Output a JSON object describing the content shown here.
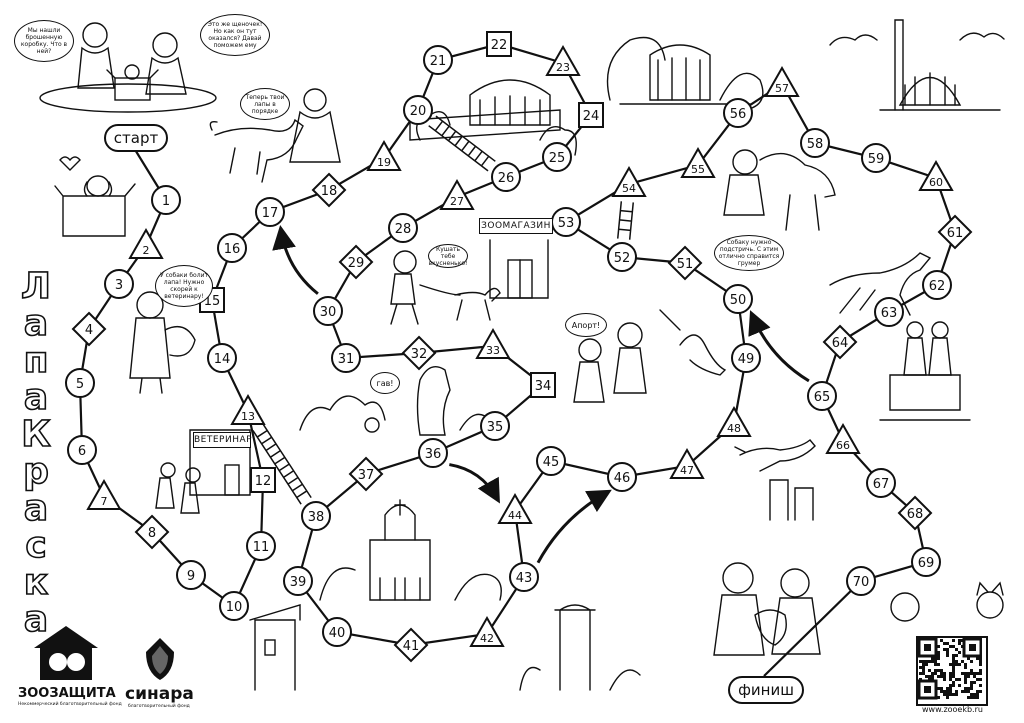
{
  "title_letters": [
    "Л",
    "а",
    "п",
    "а",
    "К",
    "р",
    "а",
    "с",
    "к",
    "а"
  ],
  "start_label": "старт",
  "finish_label": "финиш",
  "cells": [
    {
      "n": "1",
      "shape": "circle"
    },
    {
      "n": "2",
      "shape": "triangle"
    },
    {
      "n": "3",
      "shape": "circle"
    },
    {
      "n": "4",
      "shape": "diamond"
    },
    {
      "n": "5",
      "shape": "circle"
    },
    {
      "n": "6",
      "shape": "circle"
    },
    {
      "n": "7",
      "shape": "triangle"
    },
    {
      "n": "8",
      "shape": "diamond"
    },
    {
      "n": "9",
      "shape": "circle"
    },
    {
      "n": "10",
      "shape": "circle"
    },
    {
      "n": "11",
      "shape": "circle"
    },
    {
      "n": "12",
      "shape": "square"
    },
    {
      "n": "13",
      "shape": "triangle"
    },
    {
      "n": "14",
      "shape": "circle"
    },
    {
      "n": "15",
      "shape": "square"
    },
    {
      "n": "16",
      "shape": "circle"
    },
    {
      "n": "17",
      "shape": "circle"
    },
    {
      "n": "18",
      "shape": "diamond"
    },
    {
      "n": "19",
      "shape": "triangle"
    },
    {
      "n": "20",
      "shape": "circle"
    },
    {
      "n": "21",
      "shape": "circle"
    },
    {
      "n": "22",
      "shape": "square"
    },
    {
      "n": "23",
      "shape": "triangle"
    },
    {
      "n": "24",
      "shape": "square"
    },
    {
      "n": "25",
      "shape": "circle"
    },
    {
      "n": "26",
      "shape": "circle"
    },
    {
      "n": "27",
      "shape": "triangle"
    },
    {
      "n": "28",
      "shape": "circle"
    },
    {
      "n": "29",
      "shape": "diamond"
    },
    {
      "n": "30",
      "shape": "circle"
    },
    {
      "n": "31",
      "shape": "circle"
    },
    {
      "n": "32",
      "shape": "diamond"
    },
    {
      "n": "33",
      "shape": "triangle"
    },
    {
      "n": "34",
      "shape": "square"
    },
    {
      "n": "35",
      "shape": "circle"
    },
    {
      "n": "36",
      "shape": "circle"
    },
    {
      "n": "37",
      "shape": "diamond"
    },
    {
      "n": "38",
      "shape": "circle"
    },
    {
      "n": "39",
      "shape": "circle"
    },
    {
      "n": "40",
      "shape": "circle"
    },
    {
      "n": "41",
      "shape": "diamond"
    },
    {
      "n": "42",
      "shape": "triangle"
    },
    {
      "n": "43",
      "shape": "circle"
    },
    {
      "n": "44",
      "shape": "triangle"
    },
    {
      "n": "45",
      "shape": "circle"
    },
    {
      "n": "46",
      "shape": "circle"
    },
    {
      "n": "47",
      "shape": "triangle"
    },
    {
      "n": "48",
      "shape": "triangle"
    },
    {
      "n": "49",
      "shape": "circle"
    },
    {
      "n": "50",
      "shape": "circle"
    },
    {
      "n": "51",
      "shape": "diamond"
    },
    {
      "n": "52",
      "shape": "circle"
    },
    {
      "n": "53",
      "shape": "circle"
    },
    {
      "n": "54",
      "shape": "triangle"
    },
    {
      "n": "55",
      "shape": "triangle"
    },
    {
      "n": "56",
      "shape": "circle"
    },
    {
      "n": "57",
      "shape": "triangle"
    },
    {
      "n": "58",
      "shape": "circle"
    },
    {
      "n": "59",
      "shape": "circle"
    },
    {
      "n": "60",
      "shape": "triangle"
    },
    {
      "n": "61",
      "shape": "diamond"
    },
    {
      "n": "62",
      "shape": "circle"
    },
    {
      "n": "63",
      "shape": "circle"
    },
    {
      "n": "64",
      "shape": "diamond"
    },
    {
      "n": "65",
      "shape": "circle"
    },
    {
      "n": "66",
      "shape": "triangle"
    },
    {
      "n": "67",
      "shape": "circle"
    },
    {
      "n": "68",
      "shape": "diamond"
    },
    {
      "n": "69",
      "shape": "circle"
    },
    {
      "n": "70",
      "shape": "circle"
    }
  ],
  "jumps": [
    {
      "from": "30",
      "to": "17"
    },
    {
      "from": "36",
      "to": "44"
    },
    {
      "from": "43",
      "to": "46"
    },
    {
      "from": "65",
      "to": "50"
    }
  ],
  "ladders": [
    {
      "from": "13",
      "to": "38"
    },
    {
      "from": "20",
      "to": "26"
    },
    {
      "from": "52",
      "to": "54"
    }
  ],
  "bubbles": {
    "kids_left": "Мы нашли брошенную коробку. Что в ней?",
    "kids_right": "Это же щеночек! Но как он тут оказался? Давай поможем ему",
    "vet": "Теперь твои лапы в порядке",
    "girl_dog": "У собаки болит лапа! Нужно скорей к ветеринару!",
    "walk": "Кушать тебе вкусненько!",
    "aport": "Апорт!",
    "gav": "гав!",
    "groomer": "Собаку нужно подстричь. С этим отлично справится грумер"
  },
  "signs": {
    "vet": "ВЕТЕРИНАР",
    "petshop": "ЗООМАГАЗИН"
  },
  "logos": {
    "zoo_name": "ЗООЗАЩИТА",
    "zoo_sub": "Некоммерческий благотворительный фонд",
    "sinara_name": "синара",
    "sinara_sub": "благотворительный фонд",
    "website": "www.zooekb.ru"
  },
  "colors": {
    "ink": "#111111",
    "paper": "#ffffff"
  }
}
